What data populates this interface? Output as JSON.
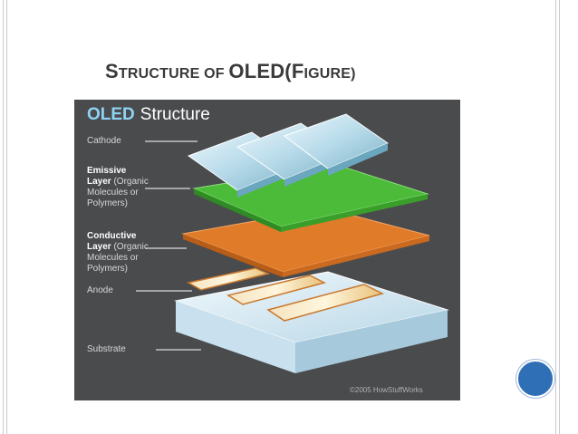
{
  "slide": {
    "title_parts": [
      "S",
      "TRUCTURE OF ",
      "OLED(F",
      "IGURE)"
    ]
  },
  "figure": {
    "title_accent": "OLED",
    "title_rest": "Structure",
    "labels": {
      "cathode": "Cathode",
      "emissive_bold": "Emissive",
      "emissive_bold2": "Layer",
      "emissive_rest1": "(Organic",
      "emissive_rest2": "Molecules or",
      "emissive_rest3": "Polymers)",
      "conductive_bold": "Conductive",
      "conductive_bold2": "Layer",
      "conductive_rest1": "(Organic",
      "conductive_rest2": "Molecules or",
      "conductive_rest3": "Polymers)",
      "anode": "Anode",
      "substrate": "Substrate"
    },
    "credit": "©2005 HowStuffWorks"
  },
  "colors": {
    "accent_blue": "#2f6fb6",
    "figure_bg": "#4a4b4d",
    "emissive_green": "#4cbb3a",
    "conductive_orange": "#e07b2a",
    "title_text": "#3a3a3a"
  }
}
